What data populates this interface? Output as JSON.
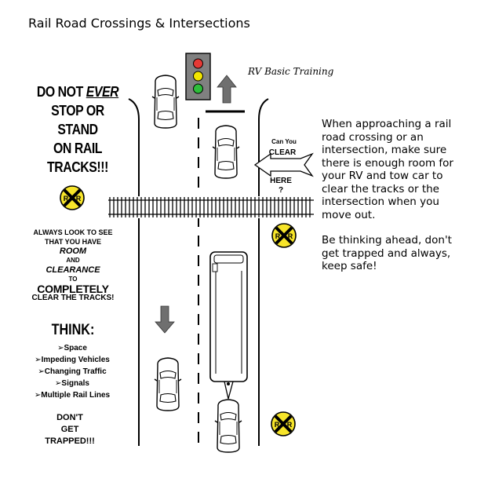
{
  "title": "Rail Road Crossings & Intersections",
  "brand": "RV Basic Training",
  "warning": {
    "line1_pre": "DO NOT ",
    "line1_em": "EVER",
    "line2": "STOP OR",
    "line3": "STAND",
    "line4": "ON RAIL",
    "line5": "TRACKS!!!"
  },
  "look": {
    "line1": "ALWAYS LOOK TO SEE",
    "line2": "THAT YOU HAVE",
    "room": "ROOM",
    "and": "AND",
    "clearance": "CLEARANCE",
    "to": "TO",
    "completely": "COMPLETELY",
    "clear": "CLEAR THE TRACKS!"
  },
  "think": "THINK:",
  "tips": [
    "Space",
    "Impeding Vehicles",
    "Changing Traffic",
    "Signals",
    "Multiple Rail Lines"
  ],
  "dont": {
    "line1": "DON'T",
    "line2": "GET",
    "line3": "TRAPPED!!!"
  },
  "sign": {
    "line1": "Can You",
    "line2": "CLEAR",
    "line3": "HERE",
    "line4": "?"
  },
  "rr_letter": "R",
  "description": {
    "p1": "When approaching a rail road crossing or an intersection, make sure there is enough room for your RV and tow car to clear the tracks or the intersection when you move out.",
    "p2": "Be thinking ahead, don't get trapped and always, keep safe!"
  },
  "colors": {
    "light_red": "#e53935",
    "light_yellow": "#f2e500",
    "light_green": "#2ebd3a",
    "light_housing": "#808080",
    "rr_sign": "#f7e52a",
    "arrow_gray": "#6f6f6f"
  }
}
